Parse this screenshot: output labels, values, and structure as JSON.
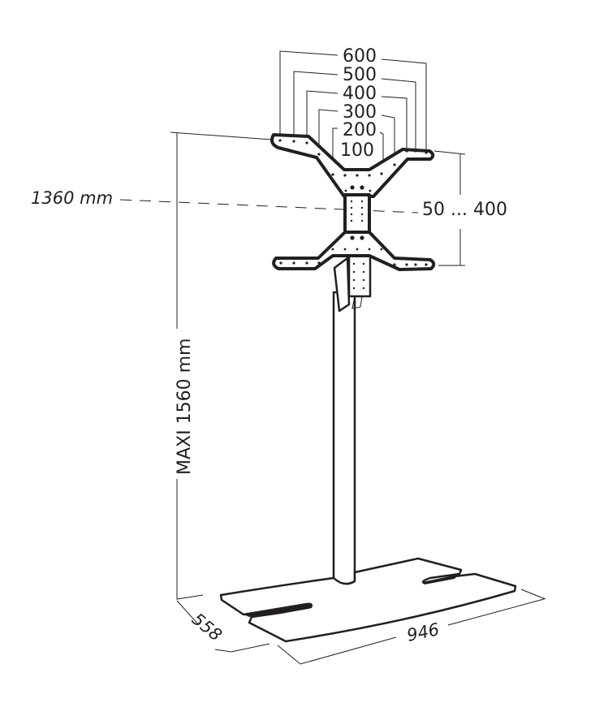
{
  "vesa_widths": [
    "600",
    "500",
    "400",
    "300",
    "200",
    "100"
  ],
  "center_height_label": "1360 mm",
  "vesa_height_label": "50 ... 400",
  "max_height_label": "MAXI 1560 mm",
  "base_depth_label": "558",
  "base_width_label": "946"
}
